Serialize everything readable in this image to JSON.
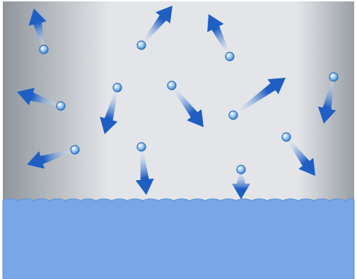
{
  "diagram": {
    "colors": {
      "container_edge": "#8e959c",
      "container_center": "#e3e5e8",
      "container_right": "#999fa6",
      "liquid": "#78a6e6",
      "liquid_edge": "#5f92da",
      "arrow_head": "#1f5fc4",
      "arrow_tail": "#ffffff",
      "particle": "#8fc0ee",
      "particle_highlight": "#e8f4ff",
      "particle_edge": "#2a6ec0"
    },
    "particles": [
      {
        "id": 1,
        "motion": "up"
      },
      {
        "id": 2,
        "motion": "up-right"
      },
      {
        "id": 3,
        "motion": "up"
      },
      {
        "id": 4,
        "motion": "left"
      },
      {
        "id": 5,
        "motion": "down"
      },
      {
        "id": 6,
        "motion": "down-right"
      },
      {
        "id": 7,
        "motion": "up-right"
      },
      {
        "id": 8,
        "motion": "down"
      },
      {
        "id": 9,
        "motion": "left"
      },
      {
        "id": 10,
        "motion": "down"
      },
      {
        "id": 11,
        "motion": "down",
        "entering_liquid": true
      },
      {
        "id": 12,
        "motion": "down-right"
      }
    ]
  }
}
